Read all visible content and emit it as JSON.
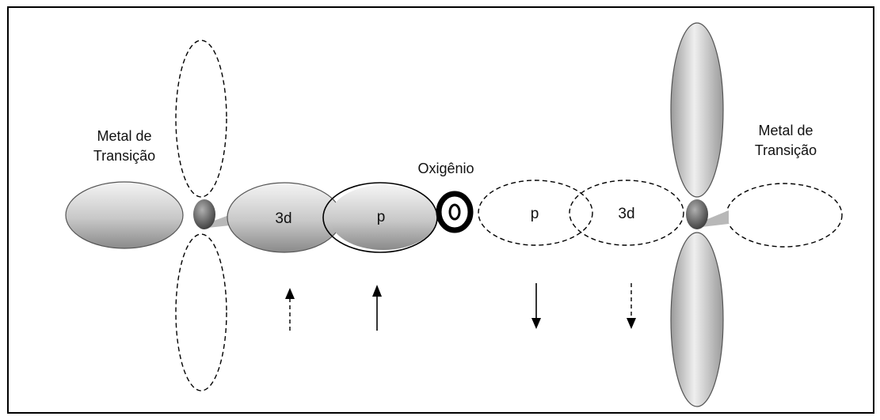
{
  "labels": {
    "metal_left_line1": "Metal de",
    "metal_left_line2": "Transição",
    "metal_right_line1": "Metal de",
    "metal_right_line2": "Transição",
    "oxygen": "Oxigênio",
    "orbital_3d_left": "3d",
    "orbital_p_left": "p",
    "orbital_p_right": "p",
    "orbital_3d_right": "3d"
  },
  "spin_arrows": [
    {
      "id": "left-3d",
      "direction": "up",
      "style": "dashed"
    },
    {
      "id": "left-p",
      "direction": "up",
      "style": "solid"
    },
    {
      "id": "right-p",
      "direction": "down",
      "style": "solid"
    },
    {
      "id": "right-3d",
      "direction": "down",
      "style": "dashed"
    }
  ],
  "colors": {
    "border": "#000000",
    "lobe_light": "#f2f2f2",
    "lobe_dark": "#8f8f8f",
    "nucleus": "#555555"
  }
}
